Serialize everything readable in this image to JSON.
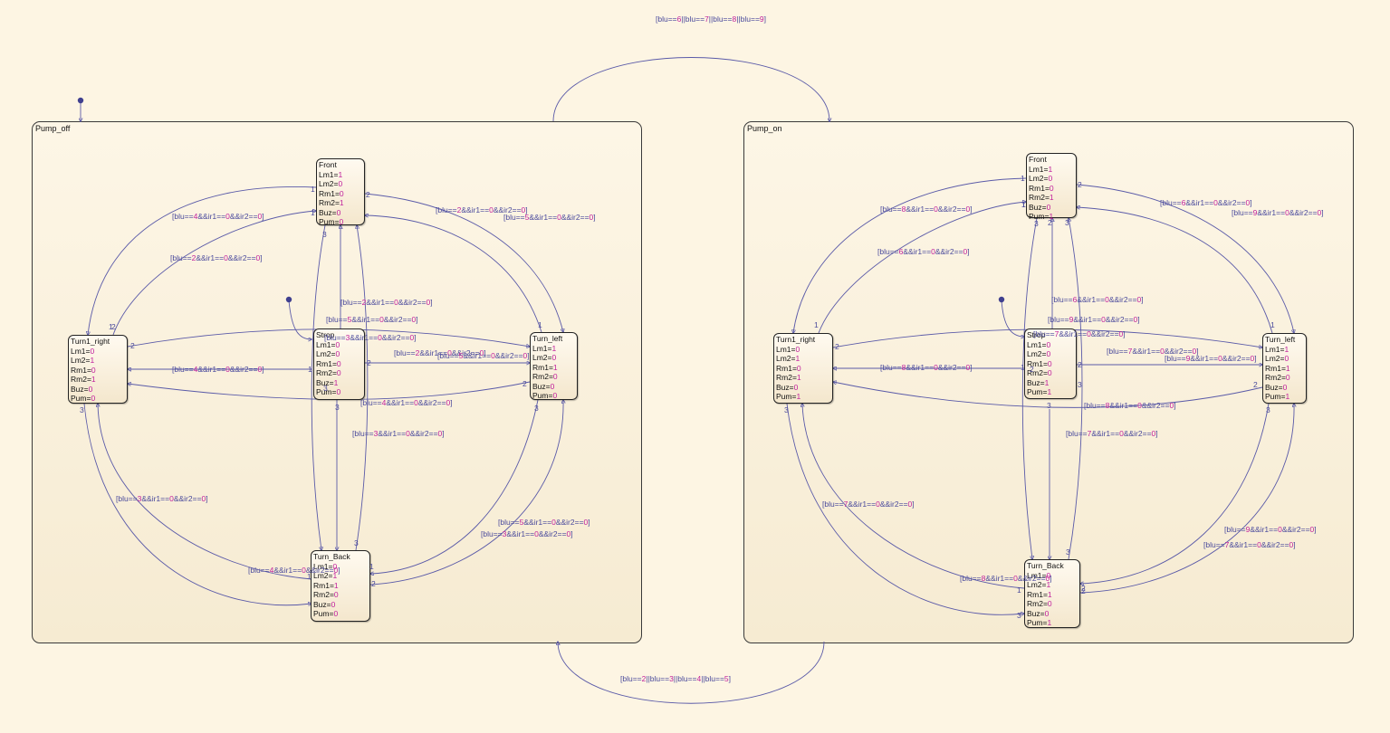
{
  "superstates": [
    {
      "id": "pump_off",
      "label": "Pump_off"
    },
    {
      "id": "pump_on",
      "label": "Pump_on"
    }
  ],
  "states": [
    {
      "id": "off_front",
      "title": "Front",
      "rows": [
        [
          "Lm1=",
          "1"
        ],
        [
          "Lm2=",
          "0"
        ],
        [
          "Rm1=",
          "0"
        ],
        [
          "Rm2=",
          "1"
        ],
        [
          "Buz=",
          "0"
        ],
        [
          "Pum=",
          "0"
        ]
      ]
    },
    {
      "id": "off_turn1_right",
      "title": "Turn1_right",
      "rows": [
        [
          "Lm1=",
          "0"
        ],
        [
          "Lm2=",
          "1"
        ],
        [
          "Rm1=",
          "0"
        ],
        [
          "Rm2=",
          "1"
        ],
        [
          "Buz=",
          "0"
        ],
        [
          "Pum=",
          "0"
        ]
      ]
    },
    {
      "id": "off_strop",
      "title": "Strop",
      "rows": [
        [
          "Lm1=",
          "0"
        ],
        [
          "Lm2=",
          "0"
        ],
        [
          "Rm1=",
          "0"
        ],
        [
          "Rm2=",
          "0"
        ],
        [
          "Buz=",
          "1"
        ],
        [
          "Pum=",
          "0"
        ]
      ]
    },
    {
      "id": "off_turn_left",
      "title": "Turn_left",
      "rows": [
        [
          "Lm1=",
          "1"
        ],
        [
          "Lm2=",
          "0"
        ],
        [
          "Rm1=",
          "1"
        ],
        [
          "Rm2=",
          "0"
        ],
        [
          "Buz=",
          "0"
        ],
        [
          "Pum=",
          "0"
        ]
      ]
    },
    {
      "id": "off_turn_back",
      "title": "Turn_Back",
      "rows": [
        [
          "Lm1=",
          "0"
        ],
        [
          "Lm2=",
          "1"
        ],
        [
          "Rm1=",
          "1"
        ],
        [
          "Rm2=",
          "0"
        ],
        [
          "Buz=",
          "0"
        ],
        [
          "Pum=",
          "0"
        ]
      ]
    },
    {
      "id": "on_front",
      "title": "Front",
      "rows": [
        [
          "Lm1=",
          "1"
        ],
        [
          "Lm2=",
          "0"
        ],
        [
          "Rm1=",
          "0"
        ],
        [
          "Rm2=",
          "1"
        ],
        [
          "Buz=",
          "0"
        ],
        [
          "Pum=",
          "1"
        ]
      ]
    },
    {
      "id": "on_turn1_right",
      "title": "Turn1_right",
      "rows": [
        [
          "Lm1=",
          "0"
        ],
        [
          "Lm2=",
          "1"
        ],
        [
          "Rm1=",
          "0"
        ],
        [
          "Rm2=",
          "1"
        ],
        [
          "Buz=",
          "0"
        ],
        [
          "Pum=",
          "1"
        ]
      ]
    },
    {
      "id": "on_strop",
      "title": "Strop",
      "rows": [
        [
          "Lm1=",
          "0"
        ],
        [
          "Lm2=",
          "0"
        ],
        [
          "Rm1=",
          "0"
        ],
        [
          "Rm2=",
          "0"
        ],
        [
          "Buz=",
          "1"
        ],
        [
          "Pum=",
          "1"
        ]
      ]
    },
    {
      "id": "on_turn_left",
      "title": "Turn_left",
      "rows": [
        [
          "Lm1=",
          "1"
        ],
        [
          "Lm2=",
          "0"
        ],
        [
          "Rm1=",
          "1"
        ],
        [
          "Rm2=",
          "0"
        ],
        [
          "Buz=",
          "0"
        ],
        [
          "Pum=",
          "1"
        ]
      ]
    },
    {
      "id": "on_turn_back",
      "title": "Turn_Back",
      "rows": [
        [
          "Lm1=",
          "0"
        ],
        [
          "Lm2=",
          "1"
        ],
        [
          "Rm1=",
          "1"
        ],
        [
          "Rm2=",
          "0"
        ],
        [
          "Buz=",
          "0"
        ],
        [
          "Pum=",
          "1"
        ]
      ]
    }
  ],
  "conditions": [
    "[blu==6||blu==7||blu==8||blu==9]",
    "[blu==2||blu==3||blu==4||blu==5]",
    "[blu==4&&ir1==0&&ir2==0]",
    "[blu==2&&ir1==0&&ir2==0]",
    "[blu==2&&ir1==0&&ir2==0]",
    "[blu==5&&ir1==0&&ir2==0]",
    "[blu==2&&ir1==0&&ir2==0]",
    "[blu==5&&ir1==0&&ir2==0]",
    "[blu==3&&ir1==0&&ir2==0]",
    "[blu==2&&ir1==0&&ir2==0]",
    "[blu==5&&ir1==0&&ir2==0]",
    "[blu==4&&ir1==0&&ir2==0]",
    "[blu==4&&ir1==0&&ir2==0]",
    "[blu==3&&ir1==0&&ir2==0]",
    "[blu==3&&ir1==0&&ir2==0]",
    "[blu==5&&ir1==0&&ir2==0]",
    "[blu==3&&ir1==0&&ir2==0]",
    "[blu==4&&ir1==0&&ir2==0]",
    "[blu==8&&ir1==0&&ir2==0]",
    "[blu==6&&ir1==0&&ir2==0]",
    "[blu==6&&ir1==0&&ir2==0]",
    "[blu==9&&ir1==0&&ir2==0]",
    "[blu==6&&ir1==0&&ir2==0]",
    "[blu==9&&ir1==0&&ir2==0]",
    "[blu==7&&ir1==0&&ir2==0]",
    "[blu==7&&ir1==0&&ir2==0]",
    "[blu==9&&ir1==0&&ir2==0]",
    "[blu==8&&ir1==0&&ir2==0]",
    "[blu==8&&ir1==0&&ir2==0]",
    "[blu==7&&ir1==0&&ir2==0]",
    "[blu==7&&ir1==0&&ir2==0]",
    "[blu==9&&ir1==0&&ir2==0]",
    "[blu==7&&ir1==0&&ir2==0]",
    "[blu==8&&ir1==0&&ir2==0]"
  ],
  "priorities": [
    "1",
    "2",
    "3",
    "1",
    "2",
    "3",
    "1",
    "2",
    "3",
    "1",
    "2",
    "3",
    "1",
    "2",
    "3",
    "1",
    "2",
    "3",
    "1",
    "2",
    "3",
    "1",
    "2",
    "3",
    "1",
    "2",
    "3",
    "1",
    "2",
    "3",
    "1",
    "2",
    "3",
    "1",
    "2",
    "3",
    "1",
    "2",
    "3",
    "1",
    "2",
    "3"
  ],
  "colors": {
    "wire": "#5a5aa8",
    "cond_text": "#4a4a9c",
    "value": "#c0209c",
    "junction": "#3f3f8f",
    "background": "#fdf5e3"
  }
}
